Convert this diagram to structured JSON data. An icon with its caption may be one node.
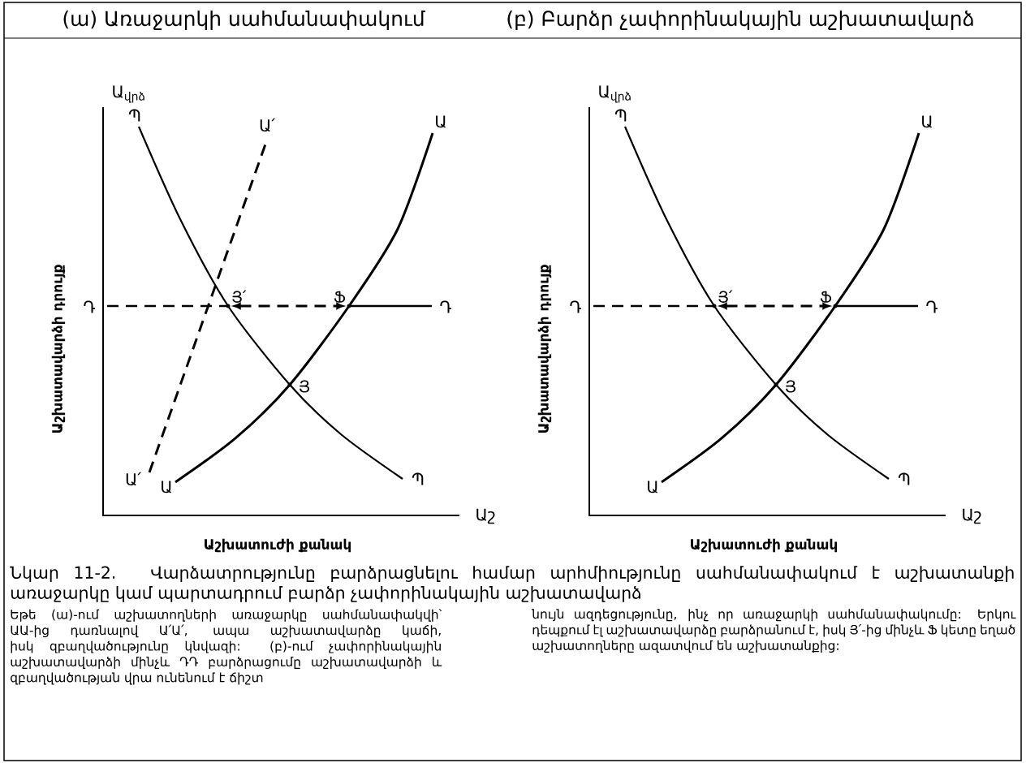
{
  "diagram": {
    "caption": "Նկար 11-2. Վարձատրությունը բարձրացնելու համար արհմիությունը սահմանափակում է աշխատանքի առաջարկը կամ պարտադրում բարձր չափորինակային աշխատավարձ",
    "nodes": [
      {
        "text": [
          "Յ՛"
        ]
      },
      {
        "text": [
          "Ֆ"
        ]
      },
      {
        "text": [
          "Յ՛"
        ]
      },
      {
        "text": [
          "Ֆ"
        ]
      }
    ],
    "edges": [
      {
        "from": 0,
        "to": 1,
        "arrow": "both",
        "style": "dashed"
      },
      {
        "from": 2,
        "to": 3,
        "arrow": "both",
        "style": "dashed"
      }
    ],
    "labels": [
      "(ա) Առաջարկի սահմանափակում",
      "(բ) Բարձր չափորինակային աշխատավարձ",
      "Ա$_{վրձ}$",
      "Պ",
      "Ա՛",
      "Ա",
      "Աշխատավարձի դրույք",
      "Դ",
      "Դ",
      "Յ",
      "Ա՛",
      "Ա",
      "Պ",
      "Աշ",
      "Աշխատուժի քանակ",
      "Ա$_{վրձ}$",
      "Պ",
      "Ա",
      "Աշխատավարձի դրույք",
      "Դ",
      "Դ",
      "Յ",
      "Ա",
      "Պ",
      "Աշ",
      "Աշխատուժի քանակ",
      "Եթե (ա)-ում աշխատողների առաջարկը սահմանափակվի՝ ԱԱ-ից դառնալով Ա՛Ա՛, ապա աշխատավարձը կաճի, իսկ զբաղվածությունը կնվազի: (բ)-ում չափորինակային աշխատավարձի մինչև ԴԴ բարձրացումը աշխատավարձի և զբաղվածության վրա ունենում է ճիշտ",
      "նույն ազդեցությունը, ինչ որ առաջարկի սահմանափակումը: Երկու դեպքում էլ աշխատավարձը բարձրանում է, իսկ Յ՛-ից մինչև Ֆ կետը եղած աշխատողները ազատվում են աշխատանքից:"
    ]
  }
}
